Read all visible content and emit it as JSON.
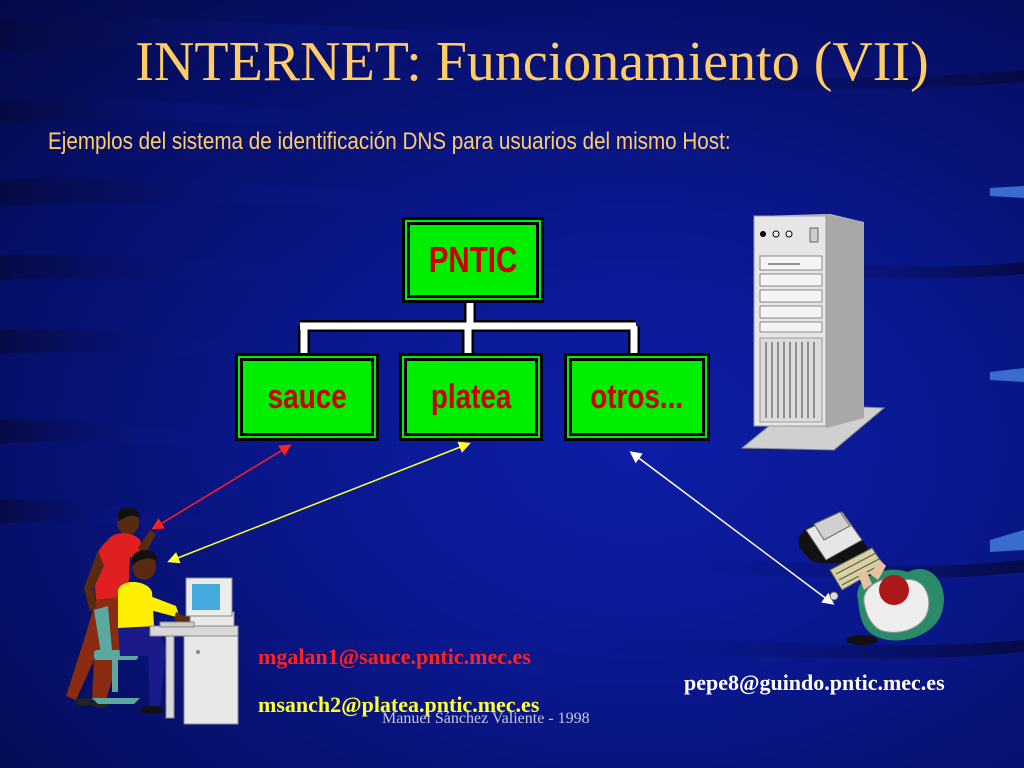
{
  "slide": {
    "title": "INTERNET: Funcionamiento (VII)",
    "subtitle": "Ejemplos del sistema de identificación DNS para usuarios del mismo Host:",
    "footer": "Manuel Sánchez Valiente - 1998"
  },
  "tree": {
    "root": "PNTIC",
    "children": [
      "sauce",
      "platea",
      "otros..."
    ]
  },
  "emails": {
    "user1": "mgalan1@sauce.pntic.mec.es",
    "user2": "msanch2@platea.pntic.mec.es",
    "user3": "pepe8@guindo.pntic.mec.es"
  },
  "colors": {
    "background": "#0a1890",
    "title": "#ffcc66",
    "node_fill": "#00ee00",
    "node_text": "#cc0000",
    "arrow_user1": "#ff2020",
    "arrow_user2": "#ffff33",
    "arrow_user3": "#ffffff"
  },
  "icons": [
    "server-tower-icon",
    "office-workers-clipart",
    "typing-user-clipart"
  ]
}
